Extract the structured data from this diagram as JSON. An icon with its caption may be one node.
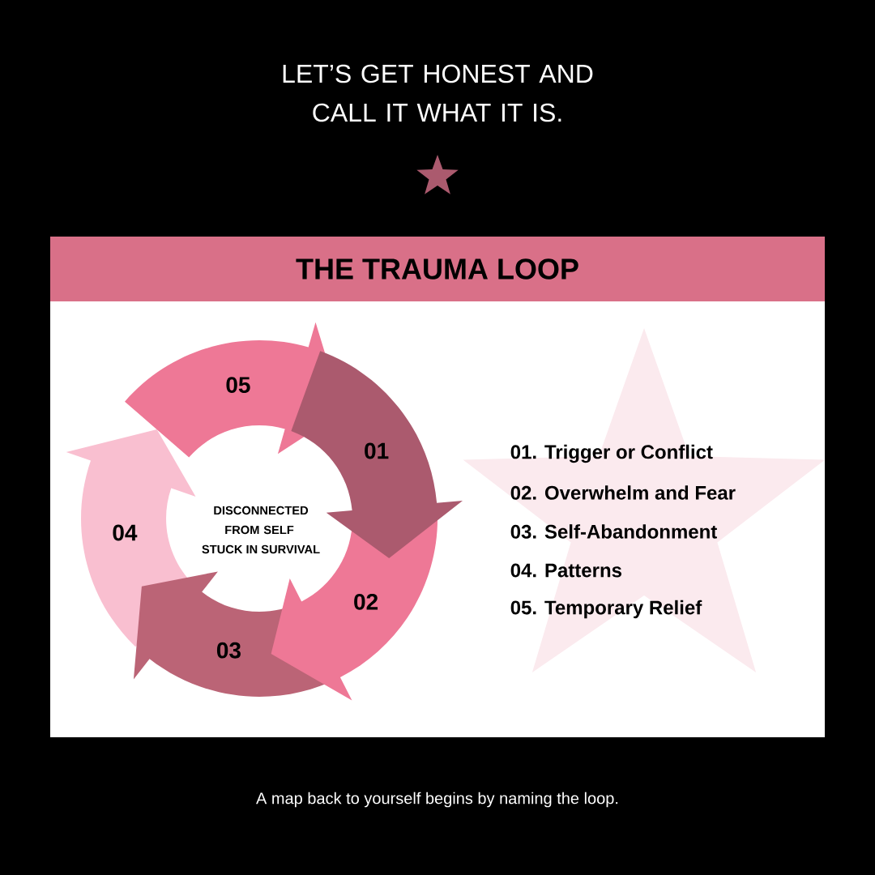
{
  "diagram": {
    "title": "LET’S GET HONEST AND CALL IT WHAT IT IS.",
    "nodes": [
      {
        "text": [
          "THE TRAUMA LOOP"
        ]
      },
      {
        "text": [
          "01"
        ],
        "in": 0
      },
      {
        "text": [
          "02"
        ],
        "in": 0
      },
      {
        "text": [
          "03"
        ],
        "in": 0
      },
      {
        "text": [
          "04"
        ],
        "in": 0
      },
      {
        "text": [
          "05"
        ],
        "in": 0
      }
    ],
    "labels": [
      "DISCONNECTED FROM SELF",
      "STUCK IN SURVIVAL",
      "01. Trigger or Conflict",
      "02. Overwhelm and Fear",
      "03. Self-Abandonment",
      "04. Patterns",
      "05. Temporary Relief"
    ],
    "caption": "A map back to yourself begins by naming the loop."
  }
}
